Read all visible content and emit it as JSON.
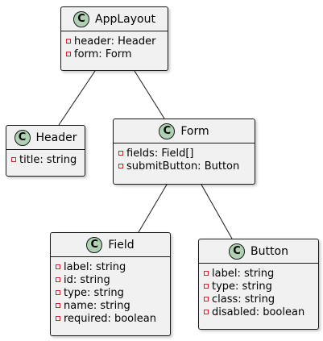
{
  "diagram": {
    "type": "uml-class-diagram",
    "classes": [
      {
        "id": "AppLayout",
        "icon": "C",
        "name": "AppLayout",
        "attributes": [
          "header: Header",
          "form: Form"
        ]
      },
      {
        "id": "Header",
        "icon": "C",
        "name": "Header",
        "attributes": [
          "title: string"
        ]
      },
      {
        "id": "Form",
        "icon": "C",
        "name": "Form",
        "attributes": [
          "fields: Field[]",
          "submitButton: Button"
        ]
      },
      {
        "id": "Field",
        "icon": "C",
        "name": "Field",
        "attributes": [
          "label: string",
          "id: string",
          "type: string",
          "name: string",
          "required: boolean"
        ]
      },
      {
        "id": "Button",
        "icon": "C",
        "name": "Button",
        "attributes": [
          "label: string",
          "type: string",
          "class: string",
          "disabled: boolean"
        ]
      }
    ],
    "associations": [
      {
        "from": "AppLayout",
        "to": "Header"
      },
      {
        "from": "AppLayout",
        "to": "Form"
      },
      {
        "from": "Form",
        "to": "Field"
      },
      {
        "from": "Form",
        "to": "Button"
      }
    ],
    "colors": {
      "box_fill": "#f1f1f1",
      "box_border": "#181818",
      "class_icon_fill": "#add1b2",
      "private_marker": "#c82930",
      "connector": "#181818"
    },
    "icons": {
      "class_icon": "class-c-circle-icon",
      "private_marker": "private-visibility-icon"
    }
  }
}
